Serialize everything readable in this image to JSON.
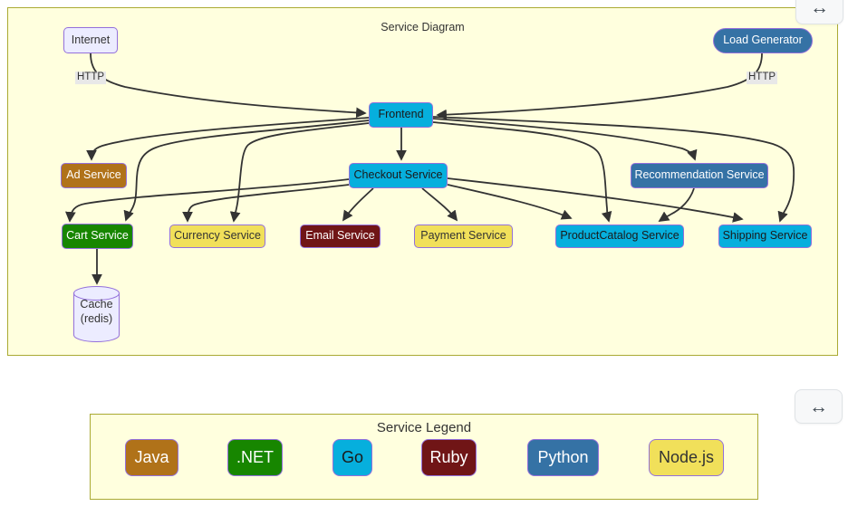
{
  "diagram": {
    "title": "Service Diagram",
    "nodes": [
      {
        "id": "internet",
        "label": "Internet",
        "shape": "rect",
        "lang": "plain"
      },
      {
        "id": "load-generator",
        "label": "Load Generator",
        "shape": "stadium",
        "lang": "python"
      },
      {
        "id": "frontend",
        "label": "Frontend",
        "shape": "rect",
        "lang": "go"
      },
      {
        "id": "ad-service",
        "label": "Ad Service",
        "shape": "rect",
        "lang": "java"
      },
      {
        "id": "checkout-service",
        "label": "Checkout Service",
        "shape": "rect",
        "lang": "go"
      },
      {
        "id": "recommendation-service",
        "label": "Recommendation Service",
        "shape": "rect",
        "lang": "python"
      },
      {
        "id": "cart-service",
        "label": "Cart Service",
        "shape": "rect",
        "lang": "dotnet"
      },
      {
        "id": "currency-service",
        "label": "Currency Service",
        "shape": "rect",
        "lang": "nodejs"
      },
      {
        "id": "email-service",
        "label": "Email Service",
        "shape": "rect",
        "lang": "ruby"
      },
      {
        "id": "payment-service",
        "label": "Payment Service",
        "shape": "rect",
        "lang": "nodejs"
      },
      {
        "id": "productcatalog-service",
        "label": "ProductCatalog Service",
        "shape": "rect",
        "lang": "go"
      },
      {
        "id": "shipping-service",
        "label": "Shipping Service",
        "shape": "rect",
        "lang": "go"
      },
      {
        "id": "cache",
        "label": "Cache (redis)",
        "label_lines": [
          "Cache",
          "(redis)"
        ],
        "shape": "cylinder",
        "lang": "plain"
      }
    ],
    "edges": [
      {
        "from": "internet",
        "to": "frontend",
        "label": "HTTP"
      },
      {
        "from": "load-generator",
        "to": "frontend",
        "label": "HTTP"
      },
      {
        "from": "frontend",
        "to": "ad-service"
      },
      {
        "from": "frontend",
        "to": "checkout-service"
      },
      {
        "from": "frontend",
        "to": "recommendation-service"
      },
      {
        "from": "frontend",
        "to": "cart-service"
      },
      {
        "from": "frontend",
        "to": "currency-service"
      },
      {
        "from": "frontend",
        "to": "productcatalog-service"
      },
      {
        "from": "frontend",
        "to": "shipping-service"
      },
      {
        "from": "checkout-service",
        "to": "cart-service"
      },
      {
        "from": "checkout-service",
        "to": "currency-service"
      },
      {
        "from": "checkout-service",
        "to": "email-service"
      },
      {
        "from": "checkout-service",
        "to": "payment-service"
      },
      {
        "from": "checkout-service",
        "to": "productcatalog-service"
      },
      {
        "from": "checkout-service",
        "to": "shipping-service"
      },
      {
        "from": "recommendation-service",
        "to": "productcatalog-service"
      },
      {
        "from": "cart-service",
        "to": "cache"
      }
    ]
  },
  "legend": {
    "title": "Service Legend",
    "items": [
      {
        "label": "Java",
        "lang": "java"
      },
      {
        "label": ".NET",
        "lang": "dotnet"
      },
      {
        "label": "Go",
        "lang": "go"
      },
      {
        "label": "Ruby",
        "lang": "ruby"
      },
      {
        "label": "Python",
        "lang": "python"
      },
      {
        "label": "Node.js",
        "lang": "nodejs"
      }
    ]
  },
  "colors": {
    "java": "#b07219",
    "dotnet": "#178600",
    "go": "#06afdd",
    "ruby": "#701516",
    "python": "#3572a5",
    "nodejs": "#f1e05a",
    "plain": "#ececff",
    "node_border": "#9370db",
    "panel_bg": "#ffffde",
    "panel_border": "#aaaa33",
    "edge": "#333333"
  },
  "text_colors": {
    "java": "#ffffff",
    "dotnet": "#ffffff",
    "go": "#1a1a1a",
    "ruby": "#ffffff",
    "python": "#ffffff",
    "nodejs": "#333333",
    "plain": "#333333"
  },
  "controls": {
    "expand_icon": "↔"
  }
}
